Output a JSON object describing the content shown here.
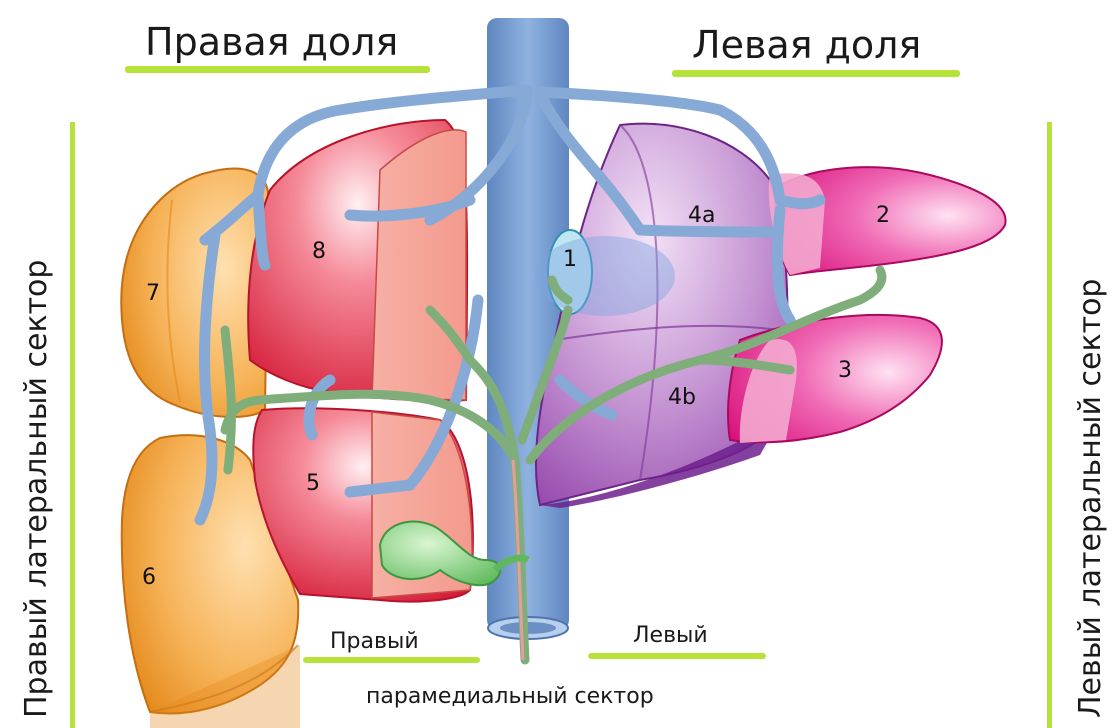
{
  "titles": {
    "right_lobe": "Правая доля",
    "left_lobe": "Левая доля",
    "right_lateral": "Правый латеральный сектор",
    "left_lateral": "Левый латеральный сектор",
    "right_paramedian": "Правый",
    "left_paramedian": "Левый",
    "paramedian": "парамедиальный сектор"
  },
  "segments": {
    "s1": "1",
    "s2": "2",
    "s3": "3",
    "s4a": "4a",
    "s4b": "4b",
    "s5": "5",
    "s6": "6",
    "s7": "7",
    "s8": "8"
  },
  "colors": {
    "underline": "#b7e23a",
    "vein": "#86a9d6",
    "vein_dark": "#5b7fb0",
    "portal": "#7fae7a",
    "right_lateral": "#f1a13c",
    "right_paramedian": "#e8324a",
    "left_paramedian": "#a262b6",
    "left_lateral": "#e1248a",
    "gallbladder": "#7fcf7d"
  }
}
